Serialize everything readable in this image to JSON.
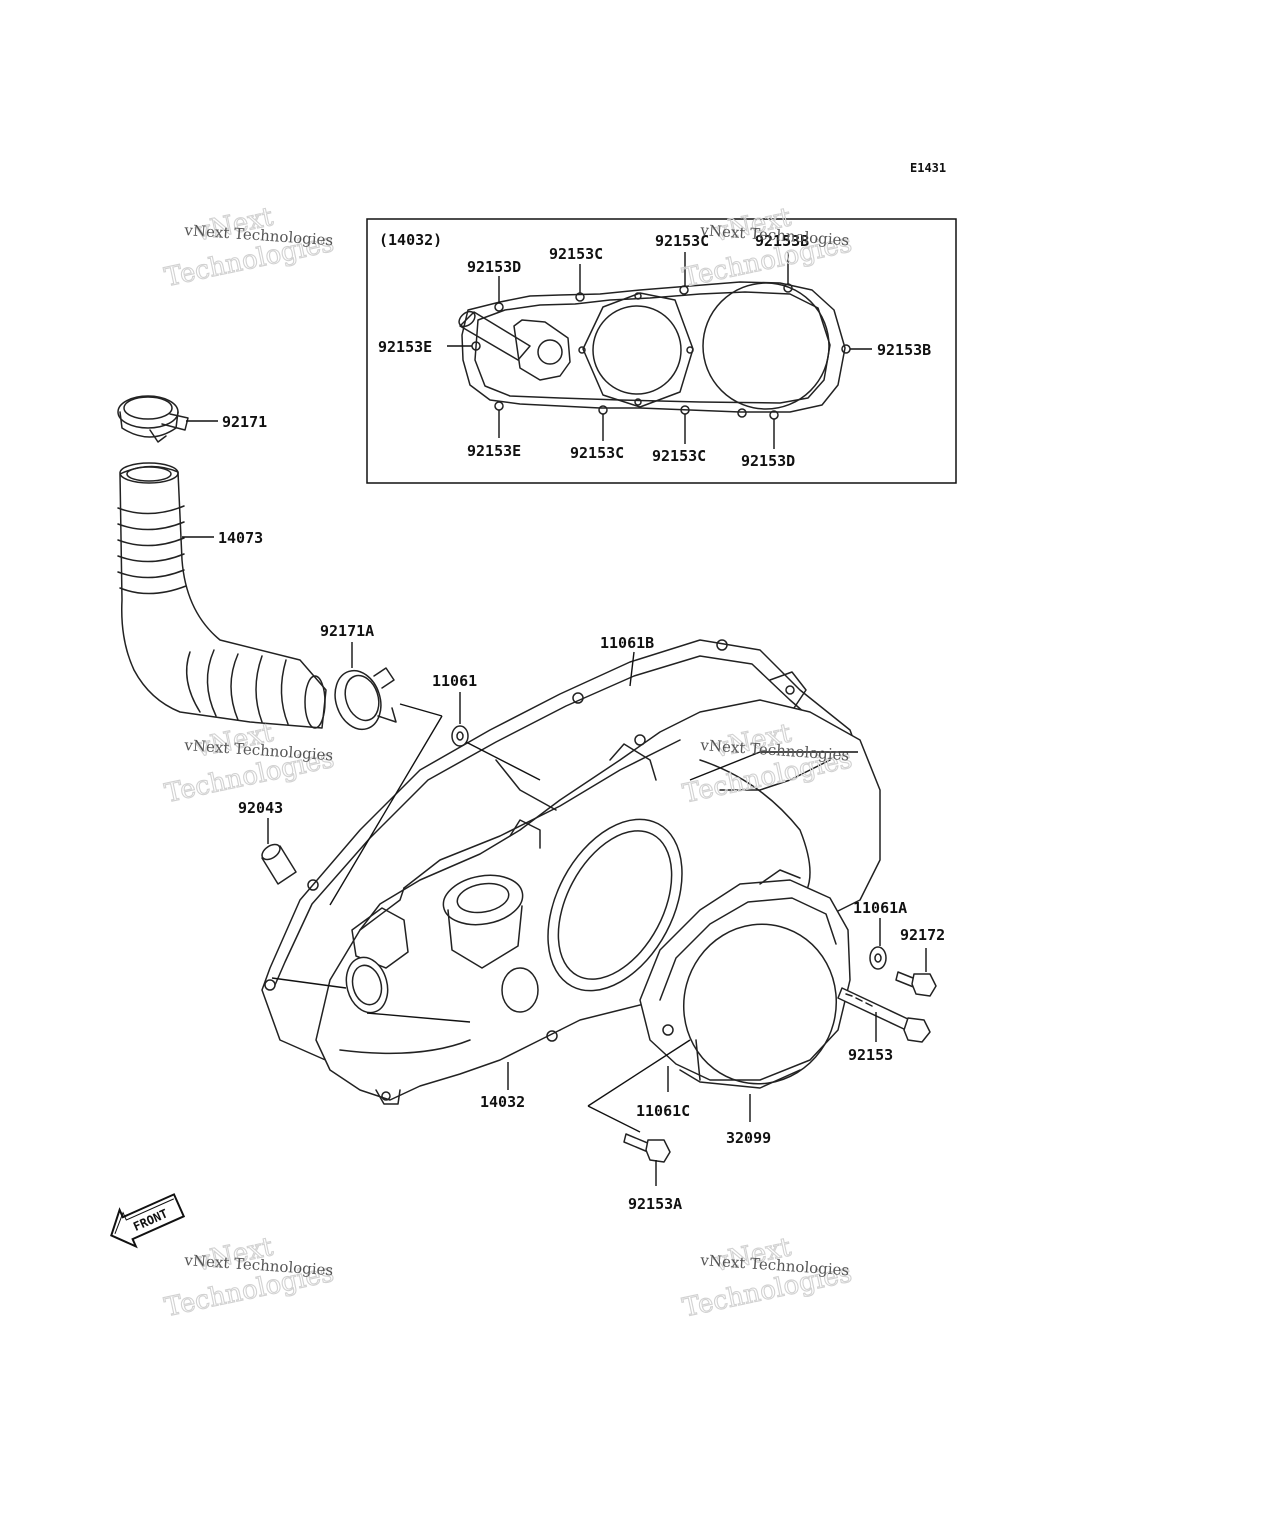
{
  "diagram_code": "E1431",
  "inset": {
    "title": "(14032)",
    "labels": [
      "92153D",
      "92153C",
      "92153C",
      "92153B",
      "92153E",
      "92153B",
      "92153E",
      "92153C",
      "92153C",
      "92153D"
    ]
  },
  "parts": {
    "clamp_top": "92171",
    "hose": "14073",
    "clamp_a": "92171A",
    "washer_11061": "11061",
    "gasket_b": "11061B",
    "collar": "92043",
    "washer_a": "11061A",
    "bolt_92172": "92172",
    "bolt_92153": "92153",
    "cover": "14032",
    "gasket_c": "11061C",
    "cap": "32099",
    "bolt_92153a": "92153A"
  },
  "front_label": "FRONT",
  "watermark": {
    "small": "vNext Technologies",
    "big1": "vNext",
    "big2": "Technologies"
  }
}
